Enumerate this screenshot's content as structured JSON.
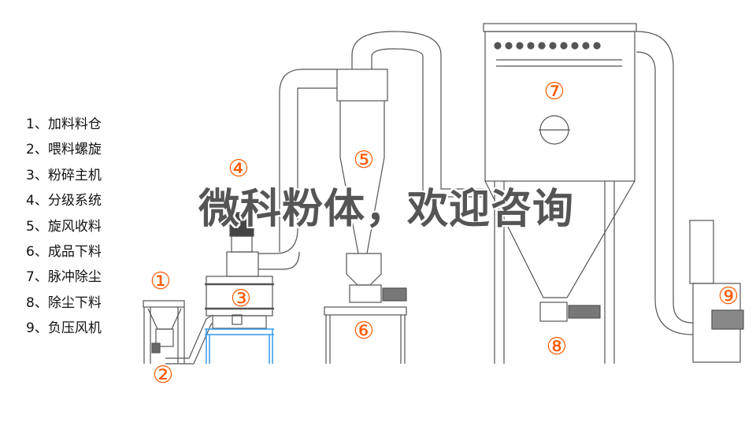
{
  "legend": [
    "1、加料料仓",
    "2、喂料螺旋",
    "3、粉碎主机",
    "4、分级系统",
    "5、旋风收料",
    "6、成品下料",
    "7、脉冲除尘",
    "8、除尘下料",
    "9、负压风机"
  ],
  "markers": [
    "①",
    "②",
    "③",
    "④",
    "⑤",
    "⑥",
    "⑦",
    "⑧",
    "⑨"
  ],
  "watermark": "微科粉体，欢迎咨询",
  "colors": {
    "marker": "#ff5a00",
    "frame_blue": "#3399ee",
    "line": "#555555",
    "watermark": "#555555"
  }
}
